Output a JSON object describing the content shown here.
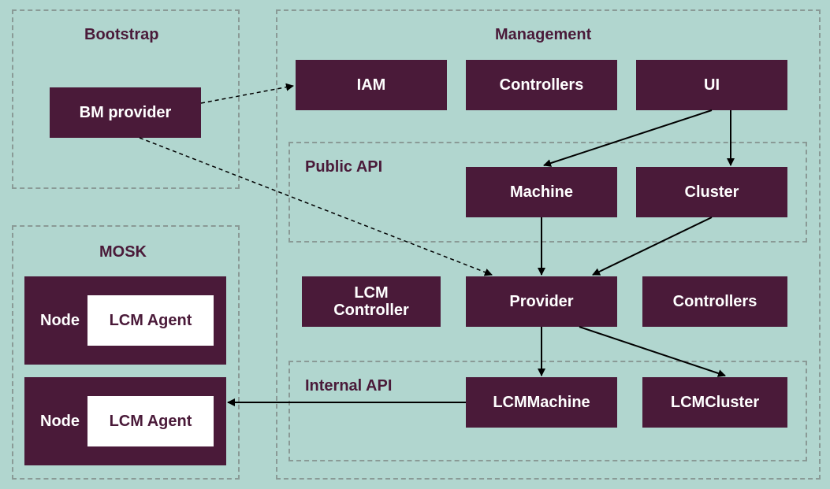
{
  "colors": {
    "background": "#b1d6cf",
    "box_fill": "#4a1a39",
    "box_text": "#ffffff",
    "label_text": "#4a1a39",
    "group_border": "#8a9a96",
    "agent_fill": "#ffffff"
  },
  "groups": {
    "bootstrap": "Bootstrap",
    "management": "Management",
    "public_api": "Public API",
    "mosk": "MOSK",
    "internal_api": "Internal API"
  },
  "nodes": {
    "bm_provider": "BM provider",
    "iam": "IAM",
    "controllers_top": "Controllers",
    "ui": "UI",
    "machine": "Machine",
    "cluster": "Cluster",
    "lcm_controller_line1": "LCM",
    "lcm_controller_line2": "Controller",
    "provider": "Provider",
    "controllers_mid": "Controllers",
    "lcm_machine": "LCMMachine",
    "lcm_cluster": "LCMCluster",
    "node_1": "Node",
    "lcm_agent_1": "LCM Agent",
    "node_2": "Node",
    "lcm_agent_2": "LCM Agent"
  },
  "edges": [
    {
      "from": "BM provider",
      "to": "IAM",
      "style": "dashed"
    },
    {
      "from": "BM provider",
      "to": "Provider",
      "style": "dashed"
    },
    {
      "from": "UI",
      "to": "Machine",
      "style": "solid"
    },
    {
      "from": "UI",
      "to": "Cluster",
      "style": "solid"
    },
    {
      "from": "Machine",
      "to": "Provider",
      "style": "solid"
    },
    {
      "from": "Cluster",
      "to": "Provider",
      "style": "solid"
    },
    {
      "from": "Provider",
      "to": "LCMMachine",
      "style": "solid"
    },
    {
      "from": "Provider",
      "to": "LCMCluster",
      "style": "solid"
    },
    {
      "from": "LCMMachine",
      "to": "Node LCM Agent",
      "style": "solid"
    }
  ]
}
